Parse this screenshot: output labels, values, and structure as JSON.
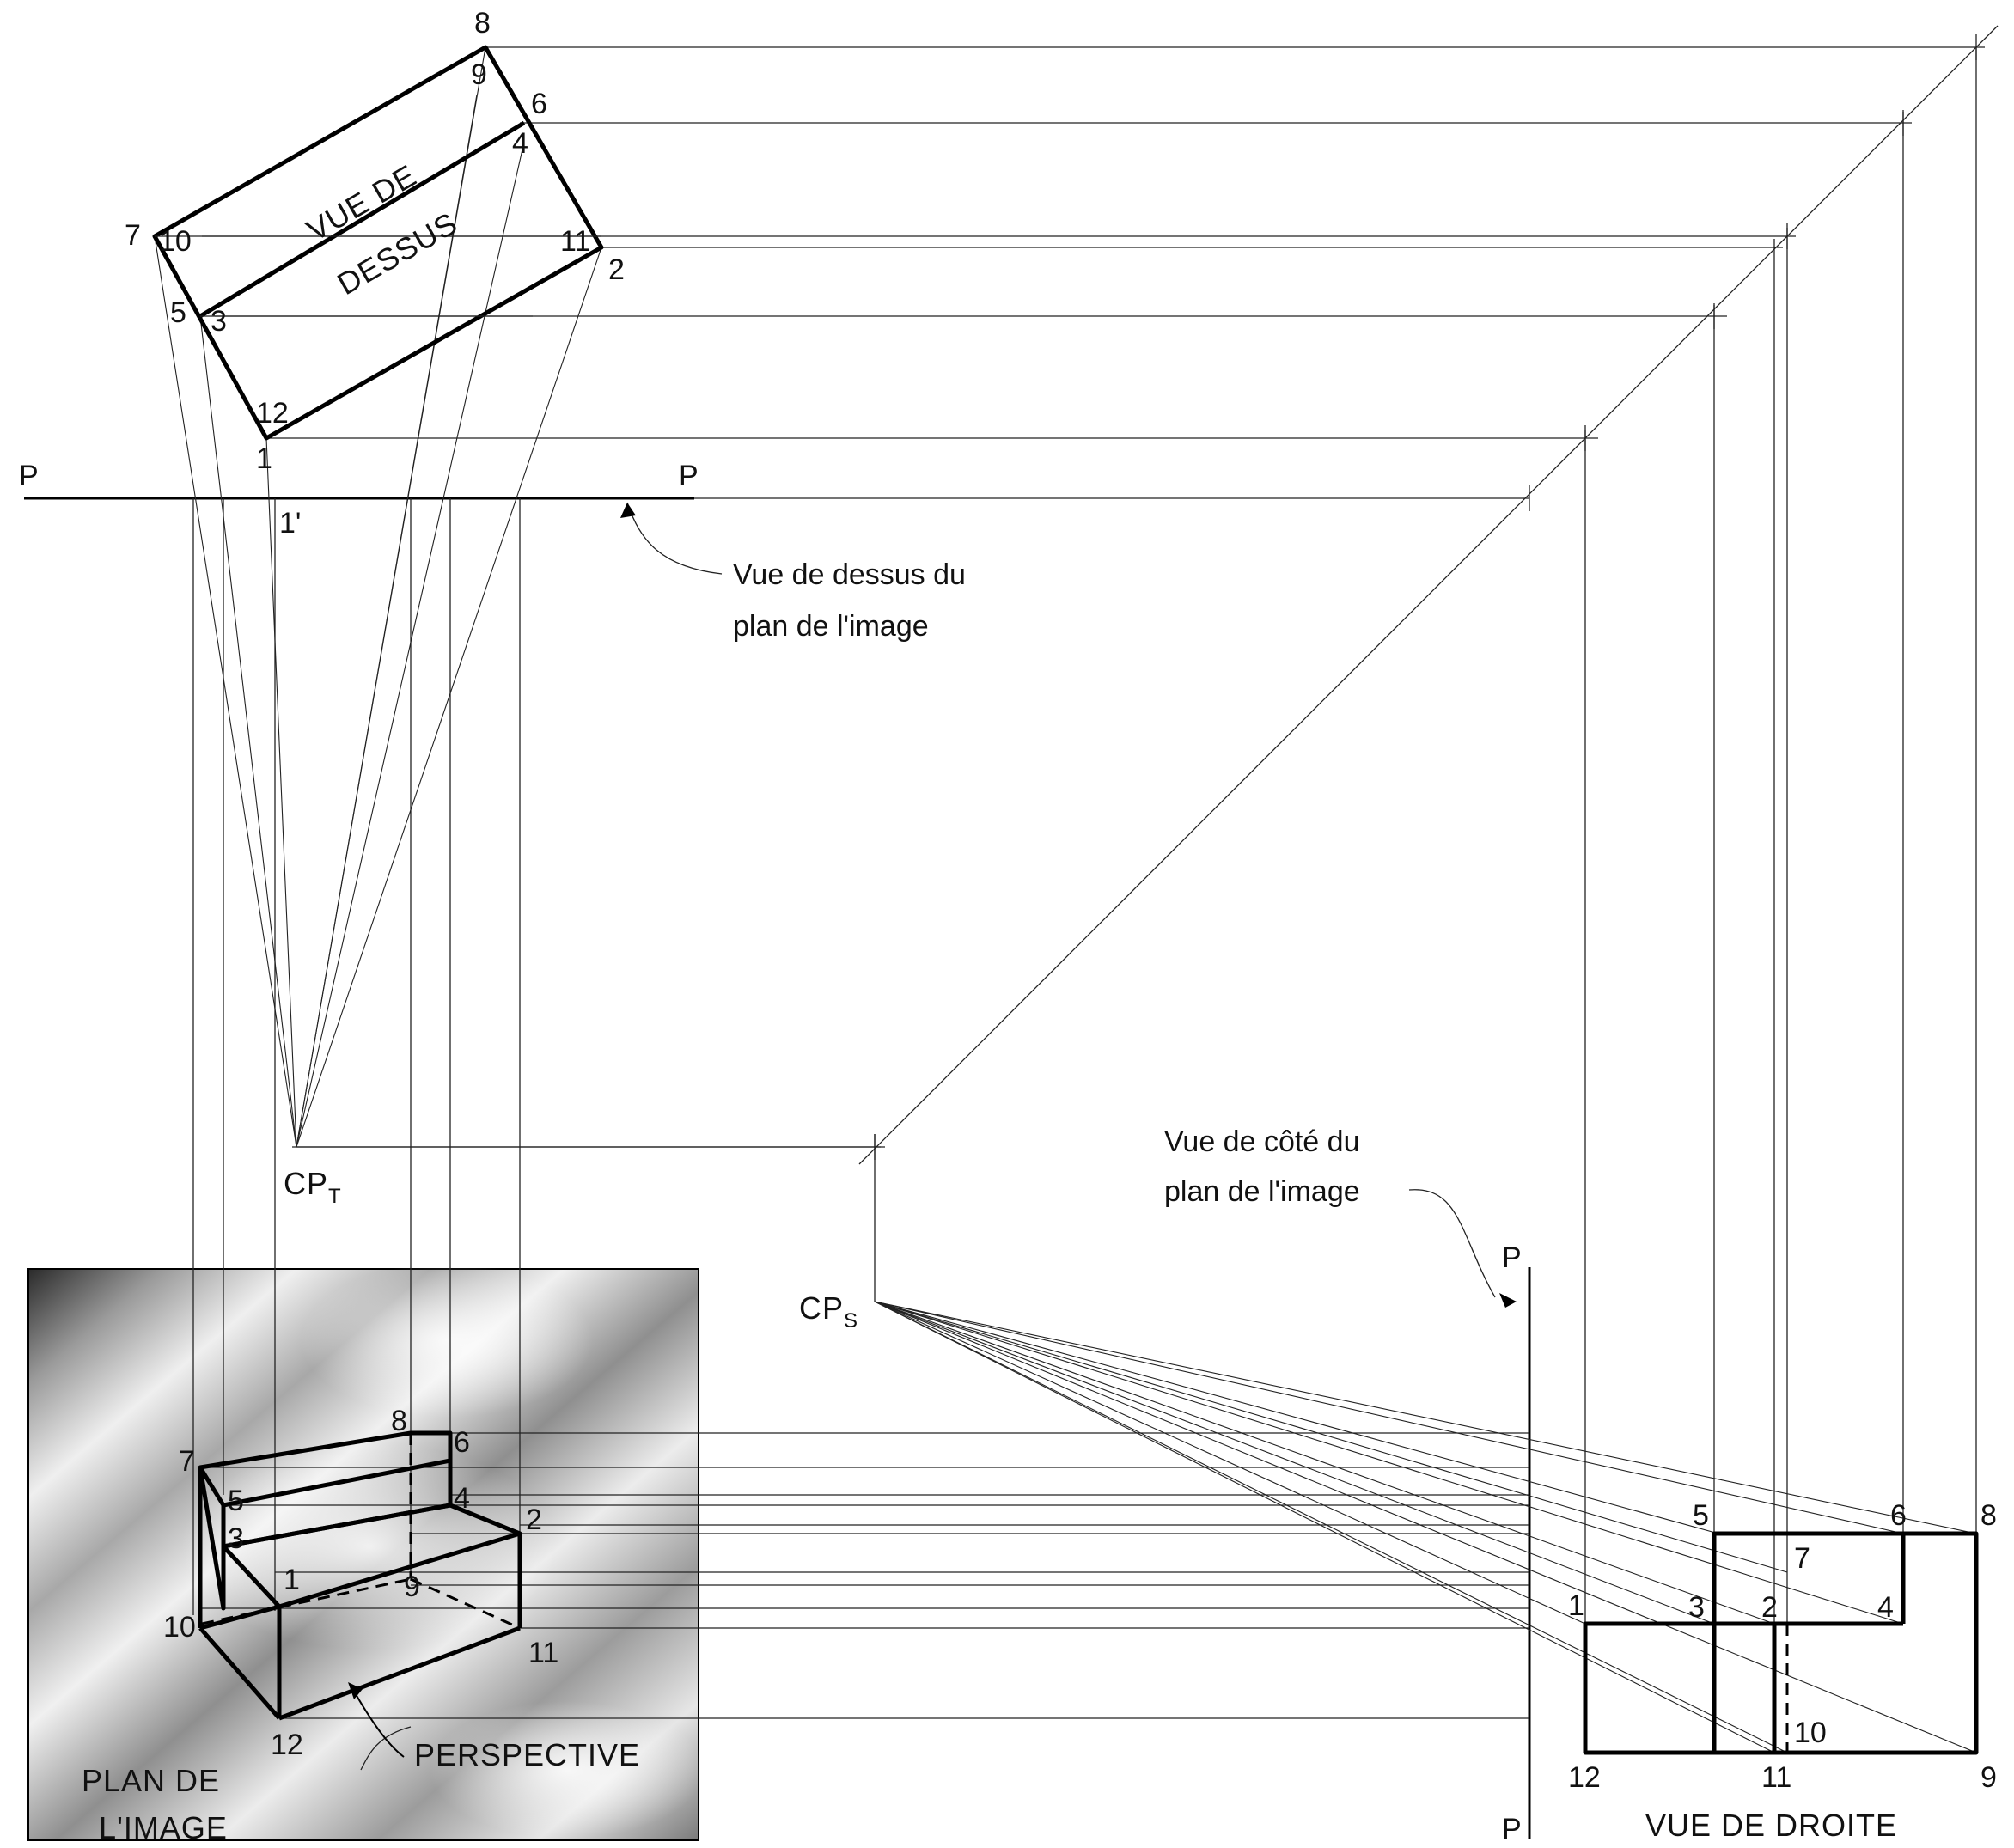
{
  "views": {
    "top": {
      "title_line1": "VUE DE",
      "title_line2": "DESSUS",
      "points": [
        "8",
        "9",
        "6",
        "4",
        "7",
        "10",
        "11",
        "2",
        "5",
        "3",
        "12",
        "1"
      ]
    },
    "picture_plane_top": {
      "p_left": "P",
      "p_right": "P",
      "point_1prime": "1'",
      "note_line1": "Vue de dessus du",
      "note_line2": "plan de l'image"
    },
    "station_points": {
      "cp_top": "CP",
      "cp_top_sub": "T",
      "cp_side": "CP",
      "cp_side_sub": "S"
    },
    "picture_plane_side": {
      "note_line1": "Vue de côté du",
      "note_line2": "plan de l'image",
      "p_top": "P",
      "p_bottom": "P"
    },
    "perspective": {
      "plan_label_line1": "PLAN DE",
      "plan_label_line2": "L'IMAGE",
      "perspective_label": "PERSPECTIVE",
      "points": [
        "8",
        "6",
        "7",
        "5",
        "4",
        "3",
        "2",
        "1",
        "9",
        "10",
        "11",
        "12"
      ]
    },
    "right": {
      "title": "VUE DE DROITE",
      "points": [
        "5",
        "6",
        "8",
        "7",
        "3",
        "2",
        "4",
        "1",
        "12",
        "10",
        "11",
        "9"
      ]
    }
  }
}
